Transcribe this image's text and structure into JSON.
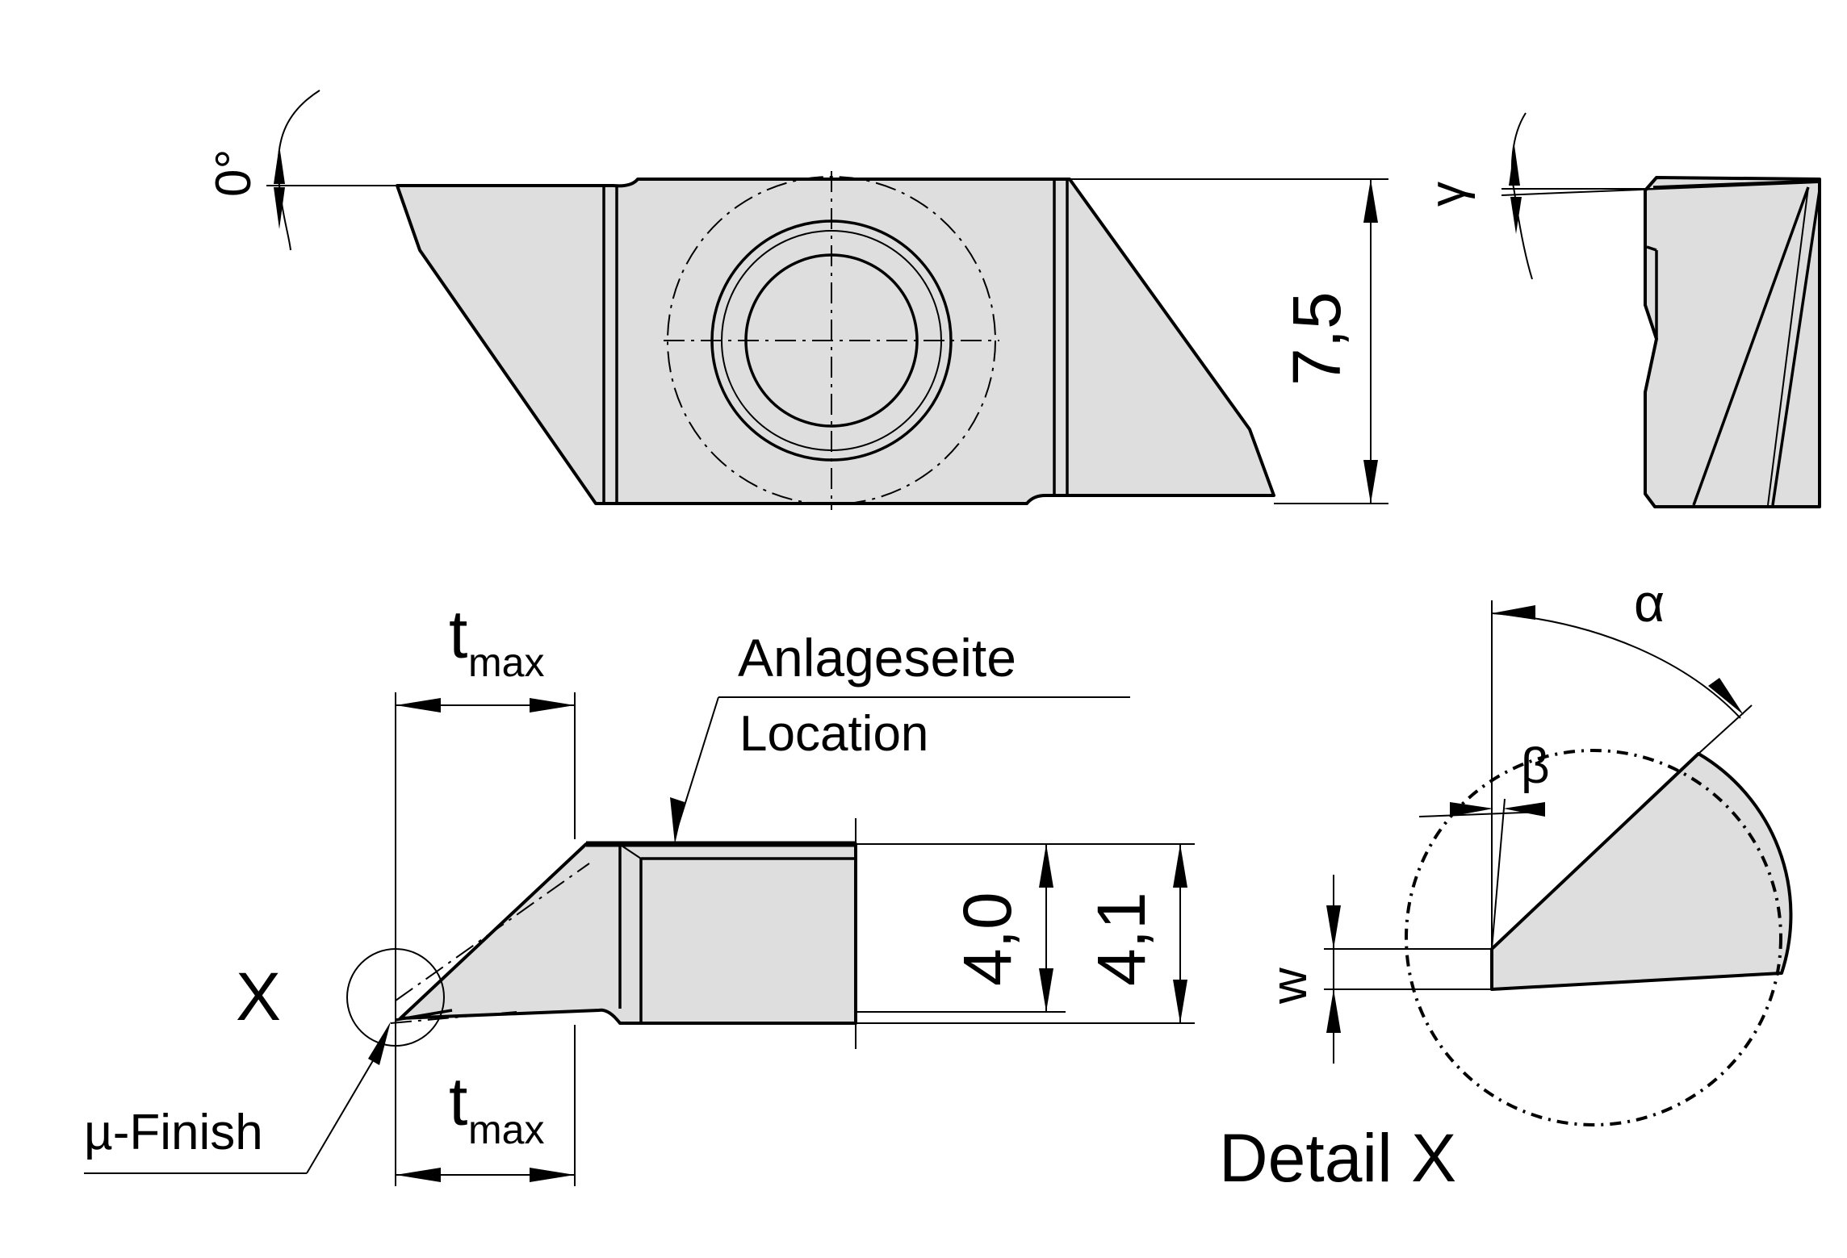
{
  "labels": {
    "angle_zero": "0°",
    "angle_gamma": "γ",
    "dim_height": "7,5",
    "t_letter": "t",
    "t_subscript": "max",
    "anlageseite": "Anlageseite",
    "location": "Location",
    "x_marker": "X",
    "mu_finish": "µ-Finish",
    "dim_40": "4,0",
    "dim_41": "4,1",
    "alpha": "α",
    "beta": "β",
    "w": "w",
    "detail_x": "Detail X"
  },
  "colors": {
    "part_fill": "#dedede",
    "line": "#000000",
    "background": "#ffffff"
  }
}
